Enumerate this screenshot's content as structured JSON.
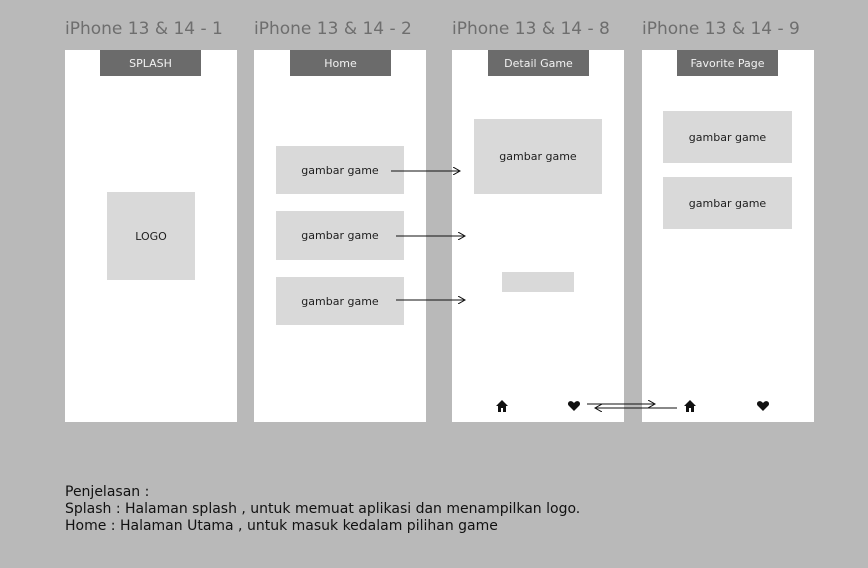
{
  "frames": [
    {
      "title": "iPhone 13 & 14 - 1",
      "header": "SPLASH",
      "logo": "LOGO"
    },
    {
      "title": "iPhone 13 & 14 - 2",
      "header": "Home",
      "items": [
        "gambar game",
        "gambar game",
        "gambar game"
      ]
    },
    {
      "title": "iPhone 13 & 14 - 8",
      "header": "Detail Game",
      "image": "gambar game",
      "nav": [
        "home-icon",
        "heart-icon"
      ]
    },
    {
      "title": "iPhone 13 & 14 - 9",
      "header": "Favorite Page",
      "items": [
        "gambar game",
        "gambar game"
      ],
      "nav": [
        "home-icon",
        "heart-icon"
      ]
    }
  ],
  "notes": {
    "heading": "Penjelasan :",
    "lines": [
      "Splash : Halaman splash , untuk memuat aplikasi dan menampilkan logo.",
      "Home : Halaman Utama , untuk masuk kedalam pilihan game"
    ]
  },
  "colors": {
    "background": "#b9b9b9",
    "frame": "#ffffff",
    "header_bar": "#6b6b6b",
    "placeholder": "#d9d9d9",
    "title_text": "#6e6e6e"
  }
}
